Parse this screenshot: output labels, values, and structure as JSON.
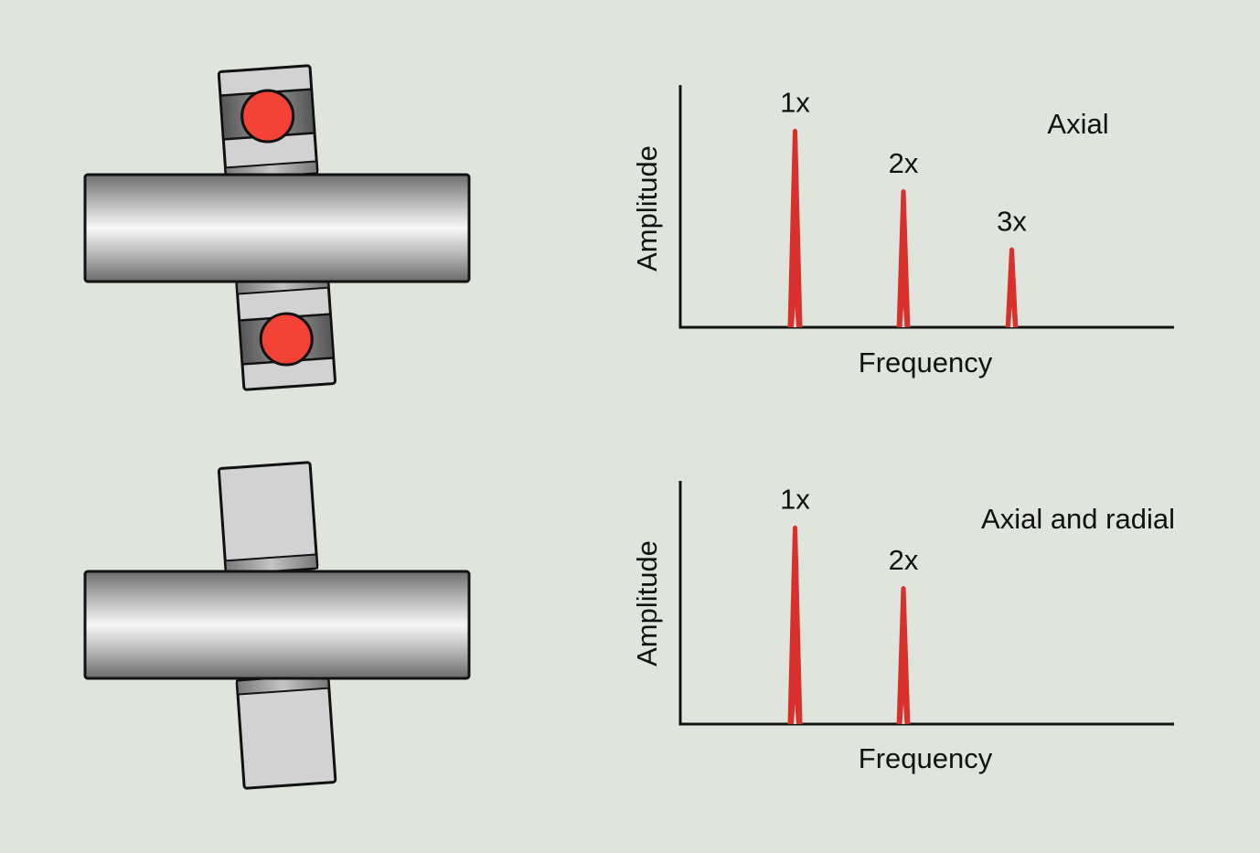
{
  "panels": [
    {
      "id": "top",
      "bearing_has_balls": true,
      "chart_label": "Axial",
      "xlabel": "Frequency",
      "ylabel": "Amplitude",
      "peaks": [
        {
          "label": "1x",
          "harmonic": 1,
          "amplitude": 0.82
        },
        {
          "label": "2x",
          "harmonic": 2,
          "amplitude": 0.57
        },
        {
          "label": "3x",
          "harmonic": 3,
          "amplitude": 0.33
        }
      ]
    },
    {
      "id": "bottom",
      "bearing_has_balls": false,
      "chart_label": "Axial and radial",
      "xlabel": "Frequency",
      "ylabel": "Amplitude",
      "peaks": [
        {
          "label": "1x",
          "harmonic": 1,
          "amplitude": 0.82
        },
        {
          "label": "2x",
          "harmonic": 2,
          "amplitude": 0.57
        }
      ]
    }
  ],
  "chart_data": [
    {
      "type": "bar",
      "title": "Axial",
      "xlabel": "Frequency",
      "ylabel": "Amplitude",
      "categories": [
        "1x",
        "2x",
        "3x"
      ],
      "values": [
        0.82,
        0.57,
        0.33
      ],
      "ylim": [
        0,
        1
      ],
      "grid": false
    },
    {
      "type": "bar",
      "title": "Axial and radial",
      "xlabel": "Frequency",
      "ylabel": "Amplitude",
      "categories": [
        "1x",
        "2x"
      ],
      "values": [
        0.82,
        0.57
      ],
      "ylim": [
        0,
        1
      ],
      "grid": false
    }
  ],
  "colors": {
    "background": "#dfe5dc",
    "peak": "#d9302c",
    "ball": "#f44336",
    "outline": "#111111"
  }
}
